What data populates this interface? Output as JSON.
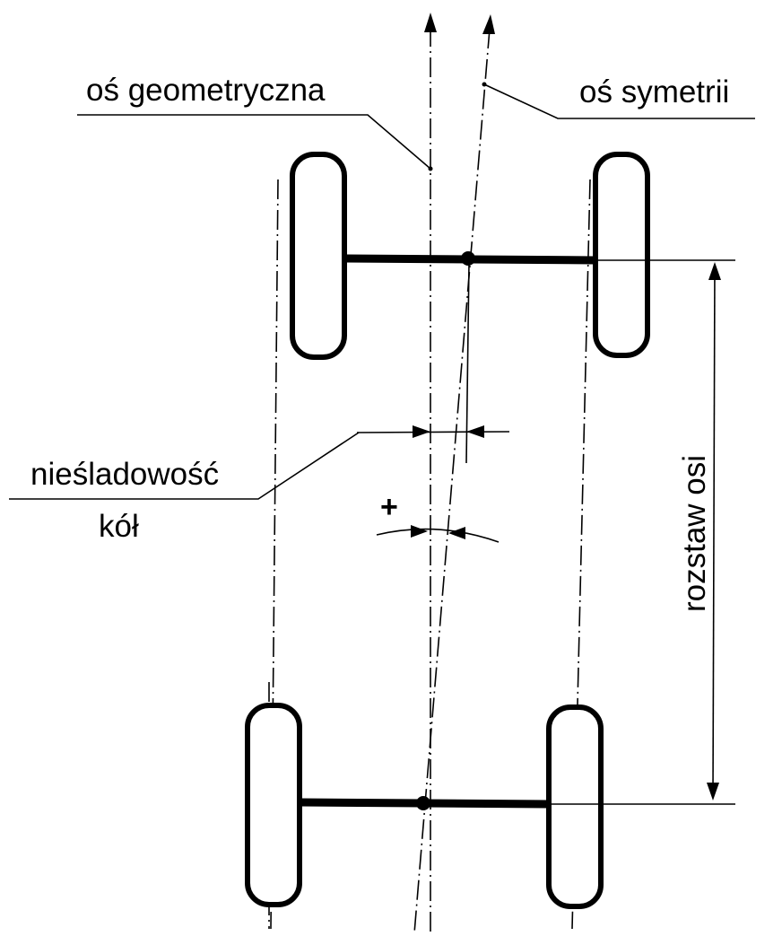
{
  "labels": {
    "geometric_axis": "oś geometryczna",
    "symmetry_axis": "oś symetrii",
    "wheel_offset_line1": "nieśladowość",
    "wheel_offset_line2": "kół",
    "plus_sign": "+",
    "wheelbase": "rozstaw osi"
  },
  "colors": {
    "ink": "#000000",
    "paper": "#ffffff"
  }
}
